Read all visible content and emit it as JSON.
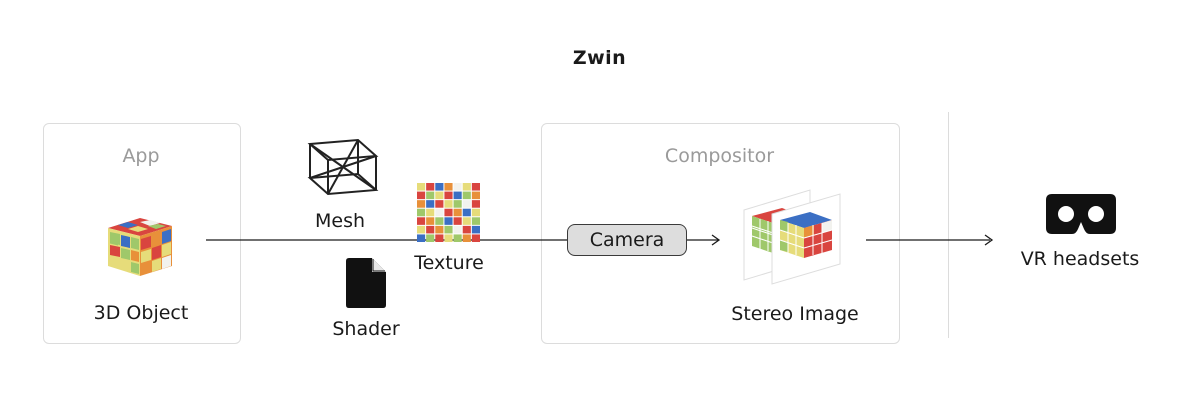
{
  "title": "Zwin",
  "app_box": {
    "title": "App",
    "object_label": "3D Object"
  },
  "inputs": {
    "mesh": "Mesh",
    "texture": "Texture",
    "shader": "Shader"
  },
  "compositor_box": {
    "title": "Compositor",
    "camera": "Camera",
    "output_label": "Stereo Image"
  },
  "output": {
    "label": "VR headsets"
  },
  "colors": {
    "line": "#1a1a1a",
    "box_border": "#dcdcdc",
    "box_title": "#9a9a9a",
    "camera_fill": "#dddddd",
    "cube_red": "#d9453f",
    "cube_blue": "#3b6fc4",
    "cube_green": "#9fc86a",
    "cube_yellow": "#e6dc7a",
    "cube_orange": "#e8903a",
    "cube_white": "#f2f2ee"
  },
  "icons": [
    "rubiks-cube-icon",
    "wireframe-cube-icon",
    "texture-grid-icon",
    "document-icon",
    "vr-headset-icon",
    "arrow-right-icon"
  ]
}
